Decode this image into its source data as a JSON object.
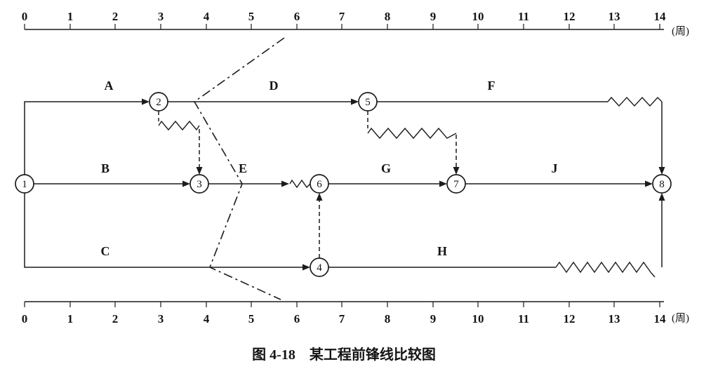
{
  "figure": {
    "caption": "图 4-18　某工程前锋线比较图",
    "unit": "(周)"
  },
  "axis": {
    "min": 0,
    "max": 14,
    "ticks": [
      "0",
      "1",
      "2",
      "3",
      "4",
      "5",
      "6",
      "7",
      "8",
      "9",
      "10",
      "11",
      "12",
      "13",
      "14"
    ]
  },
  "nodes": {
    "n1": "1",
    "n2": "2",
    "n3": "3",
    "n4": "4",
    "n5": "5",
    "n6": "6",
    "n7": "7",
    "n8": "8"
  },
  "activities": {
    "a": "A",
    "b": "B",
    "c": "C",
    "d": "D",
    "e": "E",
    "f": "F",
    "g": "G",
    "h": "H",
    "j": "J"
  }
}
